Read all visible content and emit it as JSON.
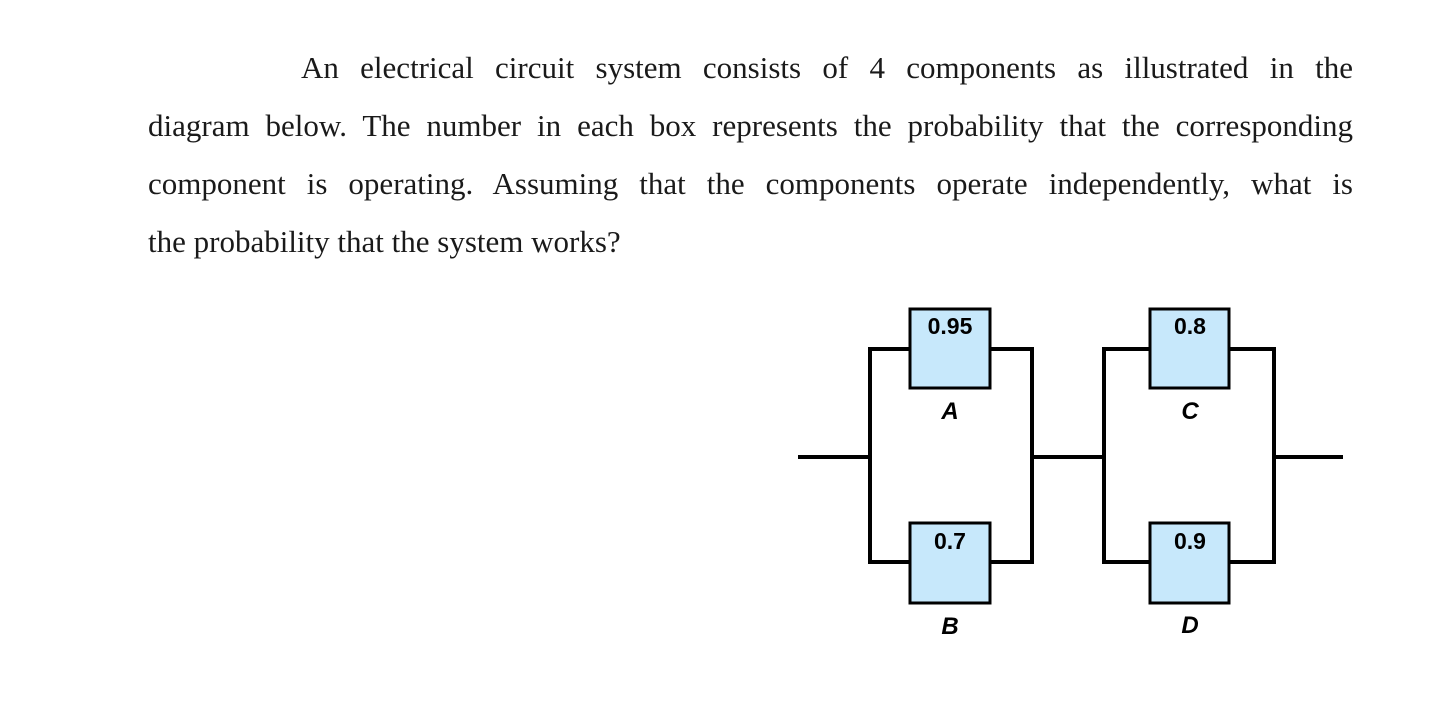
{
  "problem": {
    "line1": "An electrical circuit system consists of 4 components as illustrated in the",
    "line2": "diagram below. The number in each box represents the probability that the corresponding",
    "line3": "component is operating. Assuming that the components operate independently, what is",
    "line4": "the probability that the system works?"
  },
  "diagram": {
    "components": [
      {
        "label": "A",
        "probability": "0.95"
      },
      {
        "label": "B",
        "probability": "0.7"
      },
      {
        "label": "C",
        "probability": "0.8"
      },
      {
        "label": "D",
        "probability": "0.9"
      }
    ],
    "colors": {
      "box_fill": "#c7e8fb",
      "wire": "#000000"
    }
  }
}
